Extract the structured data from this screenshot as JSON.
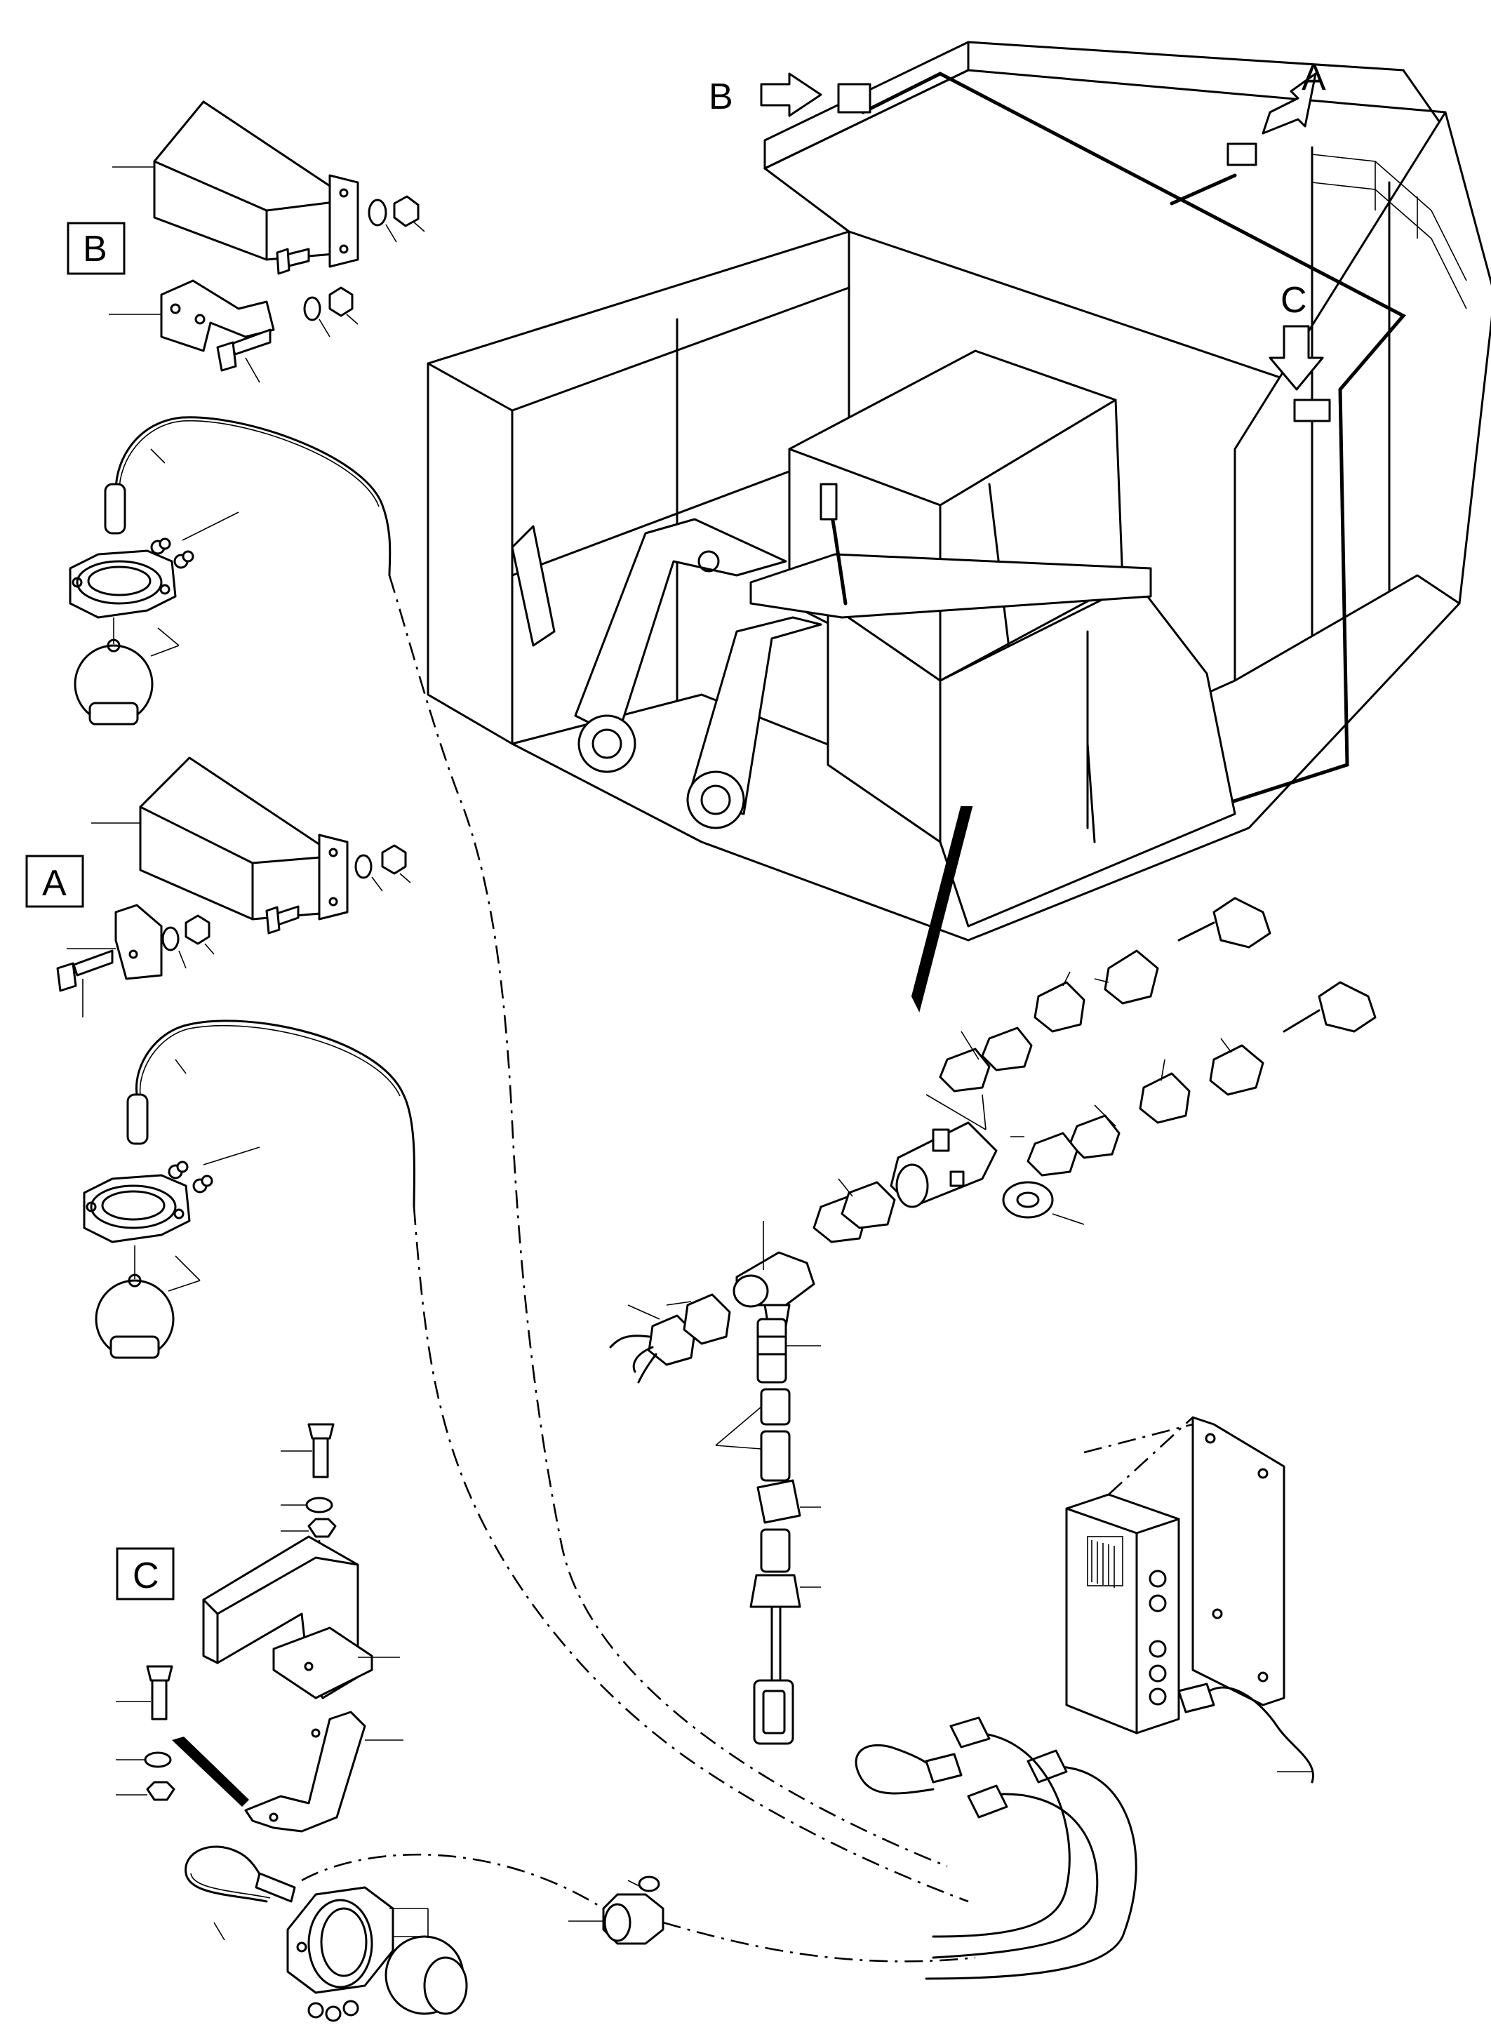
{
  "labels": {
    "a_arrow": "A",
    "b_arrow": "B",
    "c_arrow": "C",
    "a_box": "A",
    "b_box": "B",
    "c_box": "C"
  }
}
